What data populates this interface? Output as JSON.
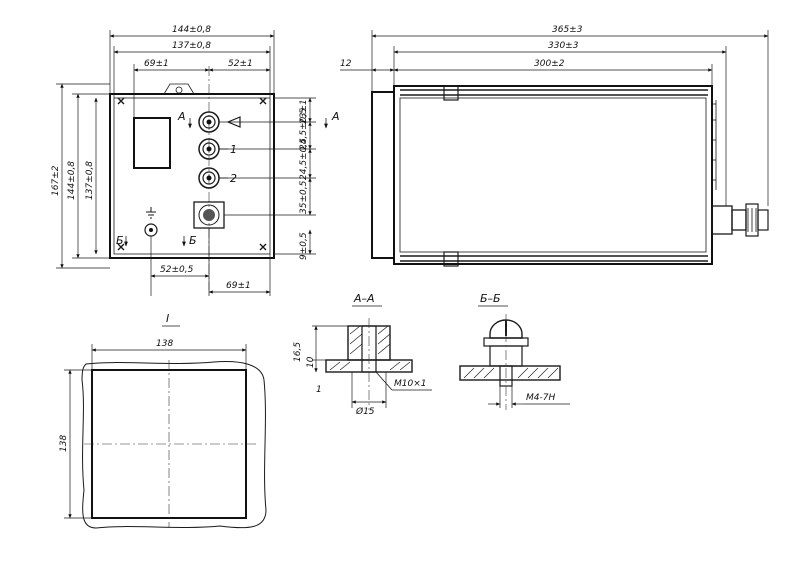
{
  "front_view": {
    "width_overall": "144±0,8",
    "width_inner": "137±0,8",
    "left_offset": "69±1",
    "right_offset": "52±1",
    "height_overall": "167±2",
    "height_body": "144±0,8",
    "height_inner": "137±0,8",
    "bottom_left": "52±0,5",
    "bottom_right": "69±1",
    "v_spacing_1": "23±1",
    "v_spacing_2": "24,5±0,5",
    "v_spacing_3": "24,5±0,5",
    "v_spacing_4": "35±0,5",
    "v_spacing_5": "9±0,5",
    "knob_labels": [
      "1",
      "2"
    ],
    "section_a": "A",
    "section_b": "Б"
  },
  "side_view": {
    "length_overall": "365±3",
    "length_mid": "330±3",
    "length_inner": "300±2",
    "flange": "12"
  },
  "section_aa": {
    "title": "А–А",
    "h1": "16,5",
    "h2": "10",
    "thread": "М10×1",
    "diameter": "Ø15",
    "small": "1"
  },
  "section_bb": {
    "title": "Б–Б",
    "thread": "М4-7Н"
  },
  "cutout": {
    "title": "I",
    "width": "138",
    "height": "138"
  }
}
